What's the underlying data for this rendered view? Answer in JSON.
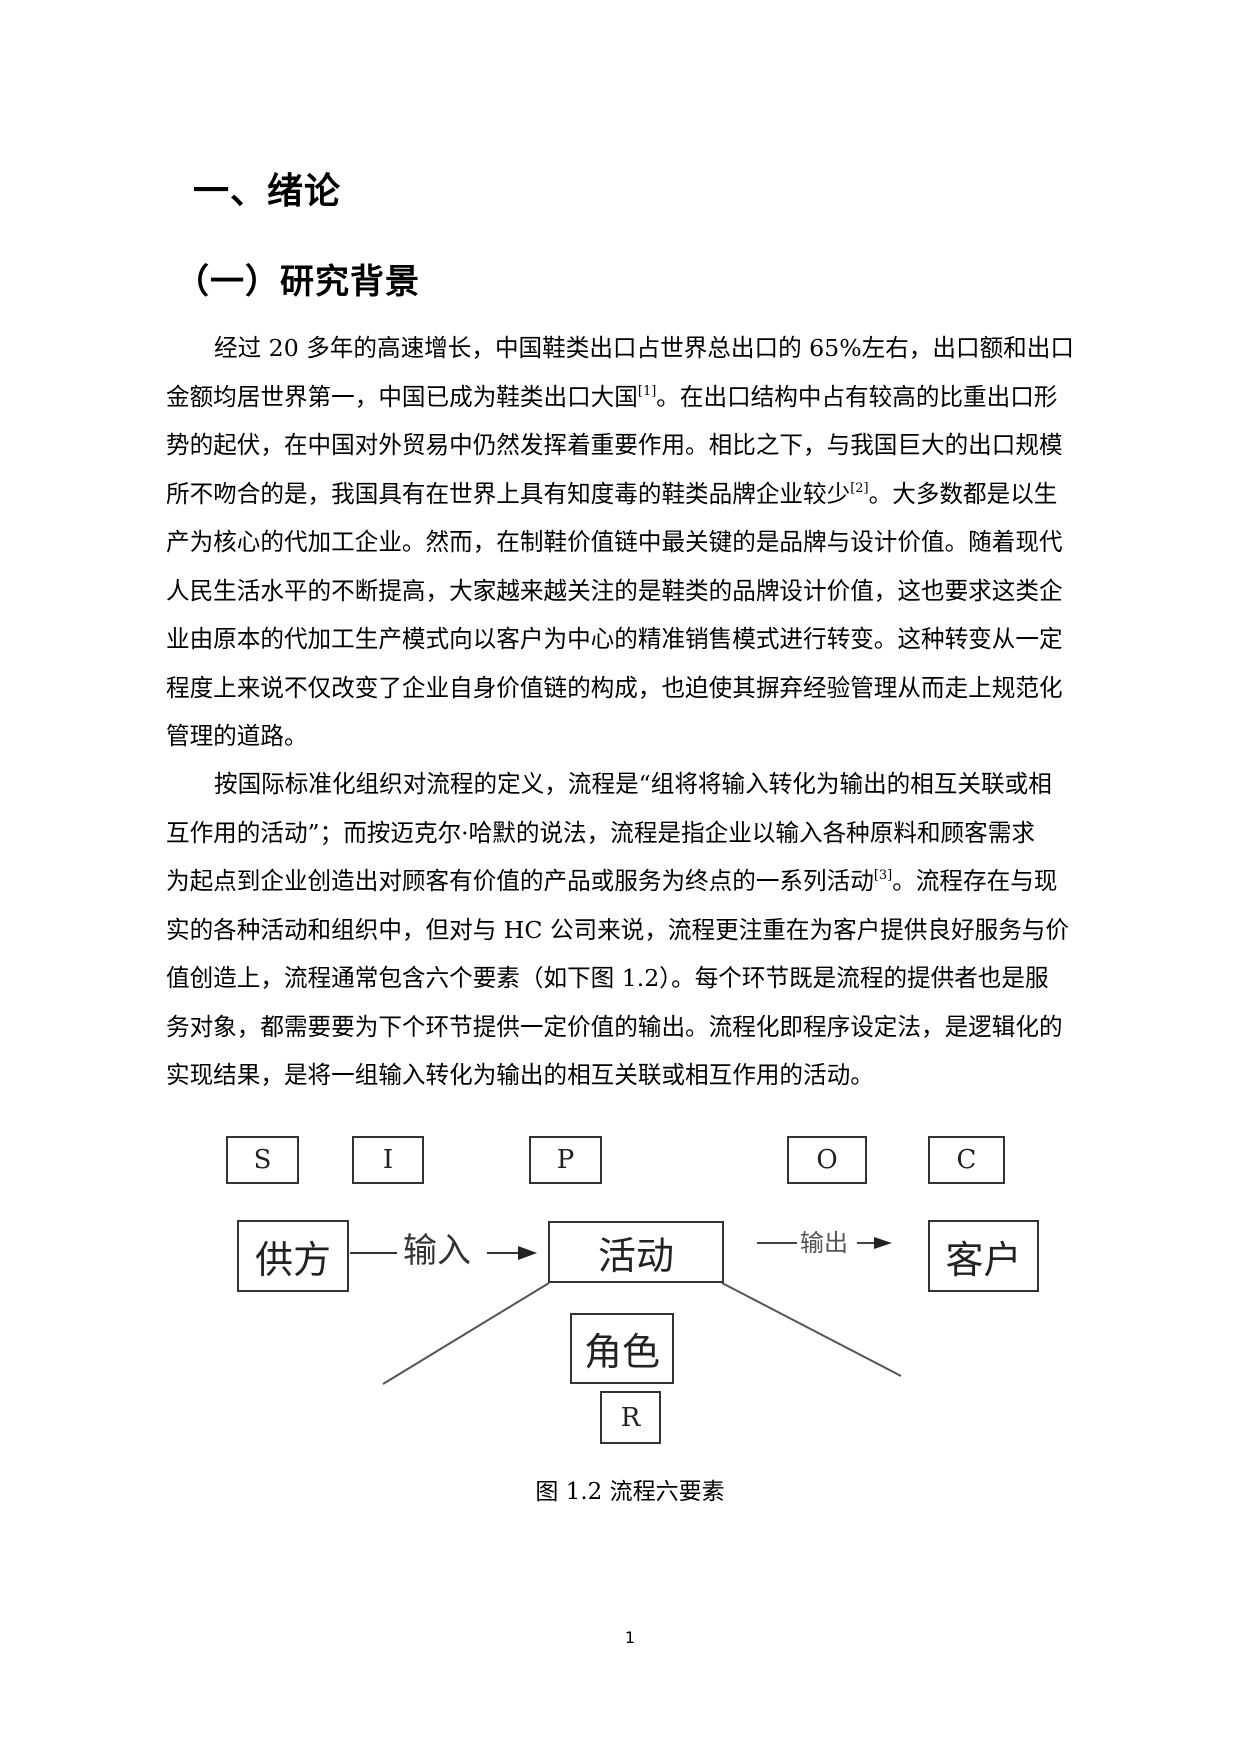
{
  "document": {
    "heading_1": "一、绪论",
    "heading_2": "（一）研究背景",
    "paragraph_1": {
      "lines": [
        {
          "text": "经过 20 多年的高速增长，中国鞋类出口占世界总出口的 65%左右，出口额和出口",
          "sup": ""
        },
        {
          "text": "金额均居世界第一，中国已成为鞋类出口大国",
          "sup": "[1]",
          "after": "。在出口结构中占有较高的比重出口形"
        },
        {
          "text": "势的起伏，在中国对外贸易中仍然发挥着重要作用。相比之下，与我国巨大的出口规模",
          "sup": ""
        },
        {
          "text": "所不吻合的是，我国具有在世界上具有知度毒的鞋类品牌企业较少",
          "sup": "[2]",
          "after": "。大多数都是以生"
        },
        {
          "text": "产为核心的代加工企业。然而，在制鞋价值链中最关键的是品牌与设计价值。随着现代",
          "sup": ""
        },
        {
          "text": "人民生活水平的不断提高，大家越来越关注的是鞋类的品牌设计价值，这也要求这类企",
          "sup": ""
        },
        {
          "text": "业由原本的代加工生产模式向以客户为中心的精准销售模式进行转变。这种转变从一定",
          "sup": ""
        },
        {
          "text": "程度上来说不仅改变了企业自身价值链的构成，也迫使其摒弃经验管理从而走上规范化",
          "sup": ""
        },
        {
          "text": "管理的道路。",
          "sup": ""
        }
      ]
    },
    "paragraph_2": {
      "lines": [
        {
          "text": "按国际标准化组织对流程的定义，流程是“组将将输入转化为输出的相互关联或相",
          "sup": ""
        },
        {
          "text": "互作用的活动”；而按迈克尔·哈默的说法，流程是指企业以输入各种原料和顾客需求",
          "sup": ""
        },
        {
          "text": "为起点到企业创造出对顾客有价值的产品或服务为终点的一系列活动",
          "sup": "[3]",
          "after": "。流程存在与现"
        },
        {
          "text": "实的各种活动和组织中，但对与 HC 公司来说，流程更注重在为客户提供良好服务与价",
          "sup": ""
        },
        {
          "text": "值创造上，流程通常包含六个要素（如下图 1.2）。每个环节既是流程的提供者也是服",
          "sup": ""
        },
        {
          "text": "务对象，都需要要为下个环节提供一定价值的输出。流程化即程序设定法，是逻辑化的",
          "sup": ""
        },
        {
          "text": "实现结果，是将一组输入转化为输出的相互关联或相互作用的活动。",
          "sup": ""
        }
      ]
    },
    "figure": {
      "letters": {
        "s": "S",
        "i": "I",
        "p": "P",
        "o": "O",
        "c": "C",
        "r": "R"
      },
      "supplier": "供方",
      "input": "输入",
      "activity": "活动",
      "output": "输出",
      "customer": "客户",
      "role": "角色",
      "caption": "图 1.2 流程六要素"
    },
    "page_number": "1"
  }
}
